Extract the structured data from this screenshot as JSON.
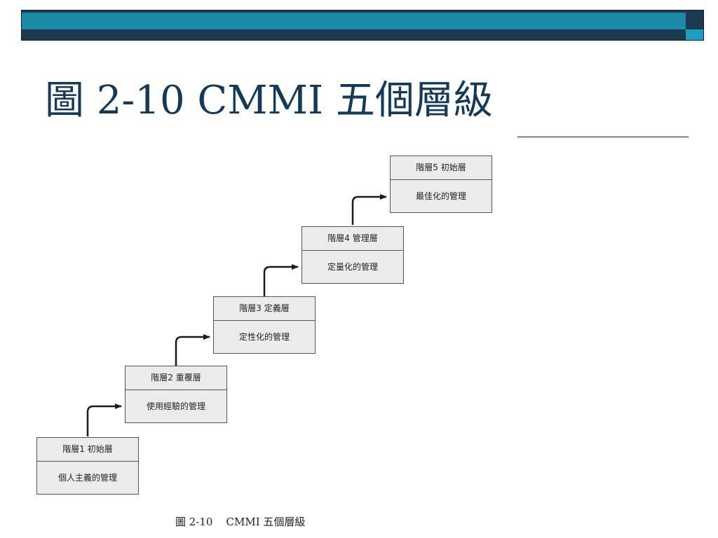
{
  "slide": {
    "title": "圖 2-10 CMMI 五個層級",
    "caption": "圖 2-10    CMMI 五個層級"
  },
  "levels": [
    {
      "header": "階層1 初始層",
      "description": "個人主義的管理"
    },
    {
      "header": "階層2 重覆層",
      "description": "使用經驗的管理"
    },
    {
      "header": "階層3 定義層",
      "description": "定性化的管理"
    },
    {
      "header": "階層4 管理層",
      "description": "定量化的管理"
    },
    {
      "header": "階層5 初始層",
      "description": "最佳化的管理"
    }
  ],
  "colors": {
    "band": "#1a8aa6",
    "band_dark": "#1e3a52",
    "title": "#133a58",
    "box_fill": "#ebebeb"
  }
}
